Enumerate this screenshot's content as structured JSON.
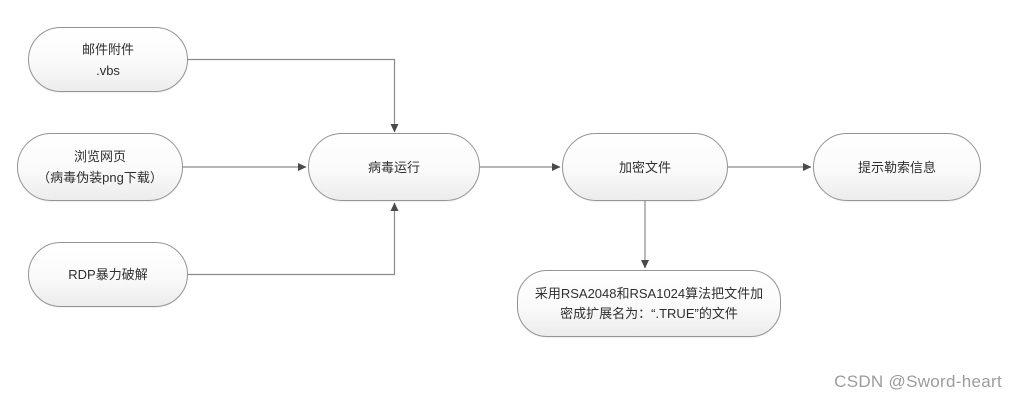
{
  "colors": {
    "node_border": "#949494",
    "node_fill_top": "#ffffff",
    "node_fill_bottom": "#ececec",
    "connector": "#8a8a8a",
    "arrowhead": "#4a4a4a",
    "text": "#2f2f2f",
    "watermark": "#9c9c9c"
  },
  "diagram": {
    "nodes": {
      "email": {
        "line1": "邮件附件",
        "line2": ".vbs"
      },
      "browse": {
        "line1": "浏览网页",
        "line2": "（病毒伪装png下载）"
      },
      "rdp": {
        "label": "RDP暴力破解"
      },
      "virus_run": {
        "label": "病毒运行"
      },
      "encrypt": {
        "label": "加密文件"
      },
      "ransom_msg": {
        "label": "提示勒索信息"
      },
      "note": {
        "line1": "采用RSA2048和RSA1024算法把文件加",
        "line2": "密成扩展名为：“.TRUE”的文件"
      }
    },
    "edges": [
      {
        "from": "email",
        "to": "virus_run"
      },
      {
        "from": "browse",
        "to": "virus_run"
      },
      {
        "from": "rdp",
        "to": "virus_run"
      },
      {
        "from": "virus_run",
        "to": "encrypt"
      },
      {
        "from": "encrypt",
        "to": "ransom_msg"
      },
      {
        "from": "encrypt",
        "to": "note"
      }
    ]
  },
  "watermark": "CSDN @Sword-heart"
}
